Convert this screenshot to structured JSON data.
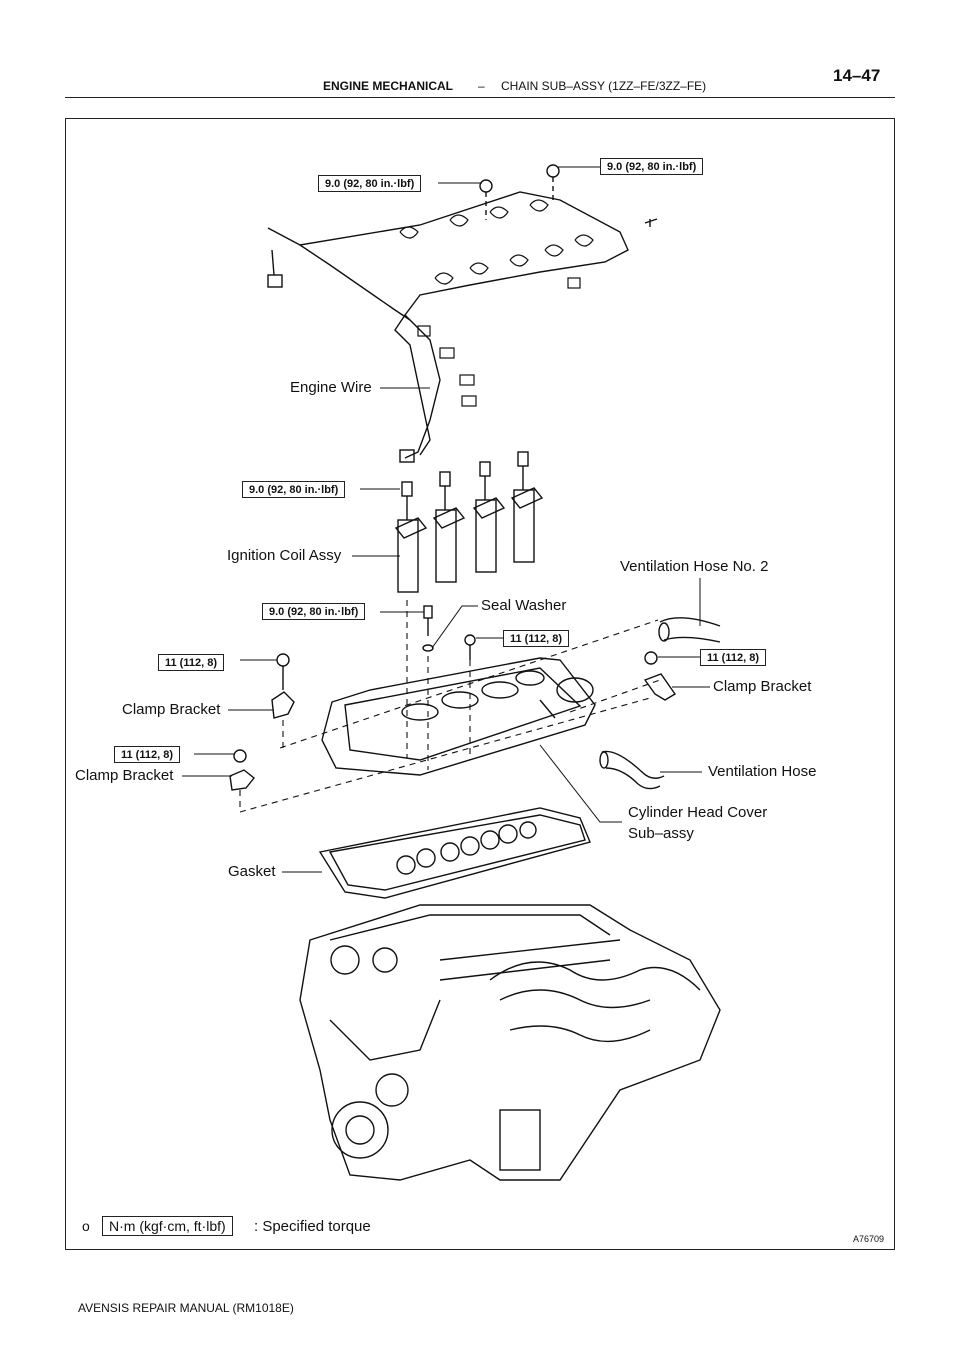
{
  "header": {
    "section": "ENGINE MECHANICAL",
    "dash": "–",
    "subsection": "CHAIN SUB–ASSY (1ZZ–FE/3ZZ–FE)",
    "page_number": "14–47"
  },
  "labels": {
    "engine_wire": "Engine Wire",
    "ignition_coil": "Ignition Coil Assy",
    "seal_washer": "Seal Washer",
    "vent_hose_no2": "Ventilation Hose No. 2",
    "clamp_bracket_right": "Clamp Bracket",
    "clamp_bracket_left_upper": "Clamp Bracket",
    "clamp_bracket_left_lower": "Clamp Bracket",
    "ventilation_hose": "Ventilation Hose",
    "cylinder_head_cover_line1": "Cylinder Head Cover",
    "cylinder_head_cover_line2": "Sub–assy",
    "gasket": "Gasket"
  },
  "torques": {
    "t_top_left": "9.0 (92, 80 in.·lbf)",
    "t_top_right": "9.0 (92, 80 in.·lbf)",
    "t_coil_upper": "9.0 (92, 80 in.·lbf)",
    "t_coil_lower": "9.0 (92, 80 in.·lbf)",
    "t_center": "11 (112, 8)",
    "t_right": "11 (112, 8)",
    "t_left_upper": "11 (112, 8)",
    "t_left_lower": "11 (112, 8)"
  },
  "legend": {
    "mark": "o",
    "unit_box": "N·m (kgf·cm, ft·lbf)",
    "description": ": Specified torque"
  },
  "figure_id": "A76709",
  "footer": "AVENSIS REPAIR MANUAL (RM1018E)"
}
